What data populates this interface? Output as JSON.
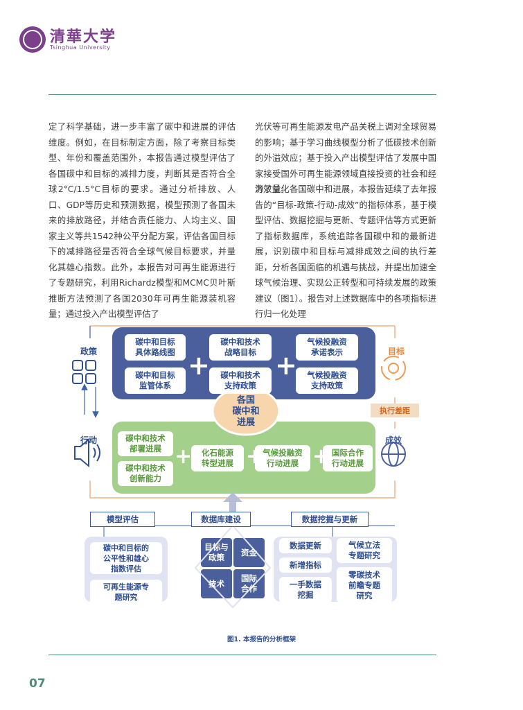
{
  "header": {
    "logo_cn": "清華大学",
    "logo_en": "Tsinghua University"
  },
  "text": {
    "left": "定了科学基础，进一步丰富了碳中和进展的评估维度。例如，在目标制定方面，除了考察目标类型、年份和覆盖范围外，本报告通过模型评估了各国碳中和目标的减排力度，判断其是否符合全球2°C/1.5°C目标的要求。通过分析排放、人口、GDP等历史和预测数据，模型预测了各国未来的排放路径，并结合责任能力、人均主义、国家主义等共1542种公平分配方案，评估各国目标下的减排路径是否符合全球气候目标要求，并量化其雄心指数。此外，本报告对可再生能源进行了专题研究，利用Richardz模型和MCMC贝叶斯推断方法预测了各国2030年可再生能源装机容量；通过投入产出模型评估了",
    "right1": "光伏等可再生能源发电产品关税上调对全球贸易的影响；基于学习曲线模型分析了低碳技术创新的外溢效应；基于投入产出模型评估了发展中国家接受国外可再生能源领域直接投资的社会和经济效益。",
    "right2": "为了量化各国碳中和进展，本报告延续了去年报告的“目标-政策-行动-成效”的指标体系，基于模型评估、数据挖掘与更新、专题评估等方式更新了指标数据库，系统追踪各国碳中和的最新进展，识别碳中和目标与减排成效之间的执行差距，分析各国面临的机遇与挑战，并提出加速全球气候治理、实现公正转型和可持续发展的政策建议（图1）。报告对上述数据库中的各项指标进行归一化处理"
  },
  "figure": {
    "policy": [
      "碳中和目标\n具体路线图",
      "碳中和目标\n监管体系",
      "碳中和技术\n战略目标",
      "碳中和技术\n支持政策",
      "气候投融资\n承诺表示",
      "气候投融资\n支持政策"
    ],
    "action_left": [
      "碳中和技术\n部署进展",
      "碳中和技术\n创新能力"
    ],
    "action": [
      "化石能源\n转型进展",
      "气候投融资\n行动进展",
      "国际合作\n行动进展"
    ],
    "center": "各国\n碳中和\n进展",
    "labels": {
      "policy": "政策",
      "target": "目标",
      "action": "行动",
      "effect": "成效",
      "gap": "执行差距"
    },
    "pills": {
      "model": "模型评估",
      "database": "数据库建设",
      "mining": "数据挖掘与更新"
    },
    "model_items": [
      "碳中和目标的\n公平性和雄心\n指数评估",
      "可再生能源专\n题研究"
    ],
    "db_items": [
      "目标与\n政策",
      "资金",
      "技术",
      "国际\n合作"
    ],
    "mining_items": [
      "数据更新",
      "新增指标",
      "一手数据\n挖掘",
      "气候立法\n专题研究",
      "零碳技术\n前瞻专题\n研究"
    ],
    "colors": {
      "blue": "#4a5f9c",
      "green": "#a3d08a",
      "lavender": "#dfe3f2",
      "orange": "#ef9a4a",
      "tan": "#f3dcc4"
    }
  },
  "caption": "图1. 本报告的分析框架",
  "page_number": "07"
}
